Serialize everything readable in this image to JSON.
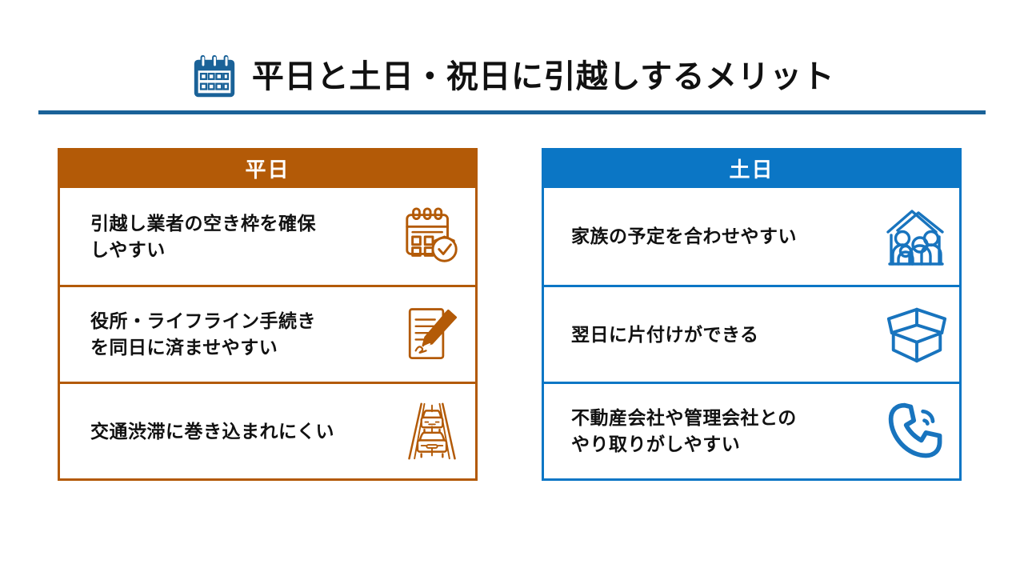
{
  "slide": {
    "background_color": "#FFFFFF",
    "title": {
      "text": "平日と土日・祝日に引越しするメリット",
      "icon": "calendar-icon",
      "color": "#111111",
      "rule_color": "#1A6298"
    }
  },
  "tables": [
    {
      "key": "weekday",
      "header": "平日",
      "accent_color": "#B35A07",
      "header_text_color": "#FFFFFF",
      "rows": [
        {
          "text": "引越し業者の空き枠を確保\nしやすい",
          "icon": "calendar-check-icon"
        },
        {
          "text": "役所・ライフライン手続き\nを同日に済ませやすい",
          "icon": "document-pen-icon"
        },
        {
          "text": "交通渋滞に巻き込まれにくい",
          "icon": "road-traffic-icon"
        }
      ]
    },
    {
      "key": "weekend",
      "header": "土日",
      "accent_color": "#0B76C5",
      "header_text_color": "#FFFFFF",
      "rows": [
        {
          "text": "家族の予定を合わせやすい",
          "icon": "family-house-icon"
        },
        {
          "text": "翌日に片付けができる",
          "icon": "open-box-icon"
        },
        {
          "text": "不動産会社や管理会社との\nやり取りがしやすい",
          "icon": "phone-call-icon"
        }
      ]
    }
  ]
}
